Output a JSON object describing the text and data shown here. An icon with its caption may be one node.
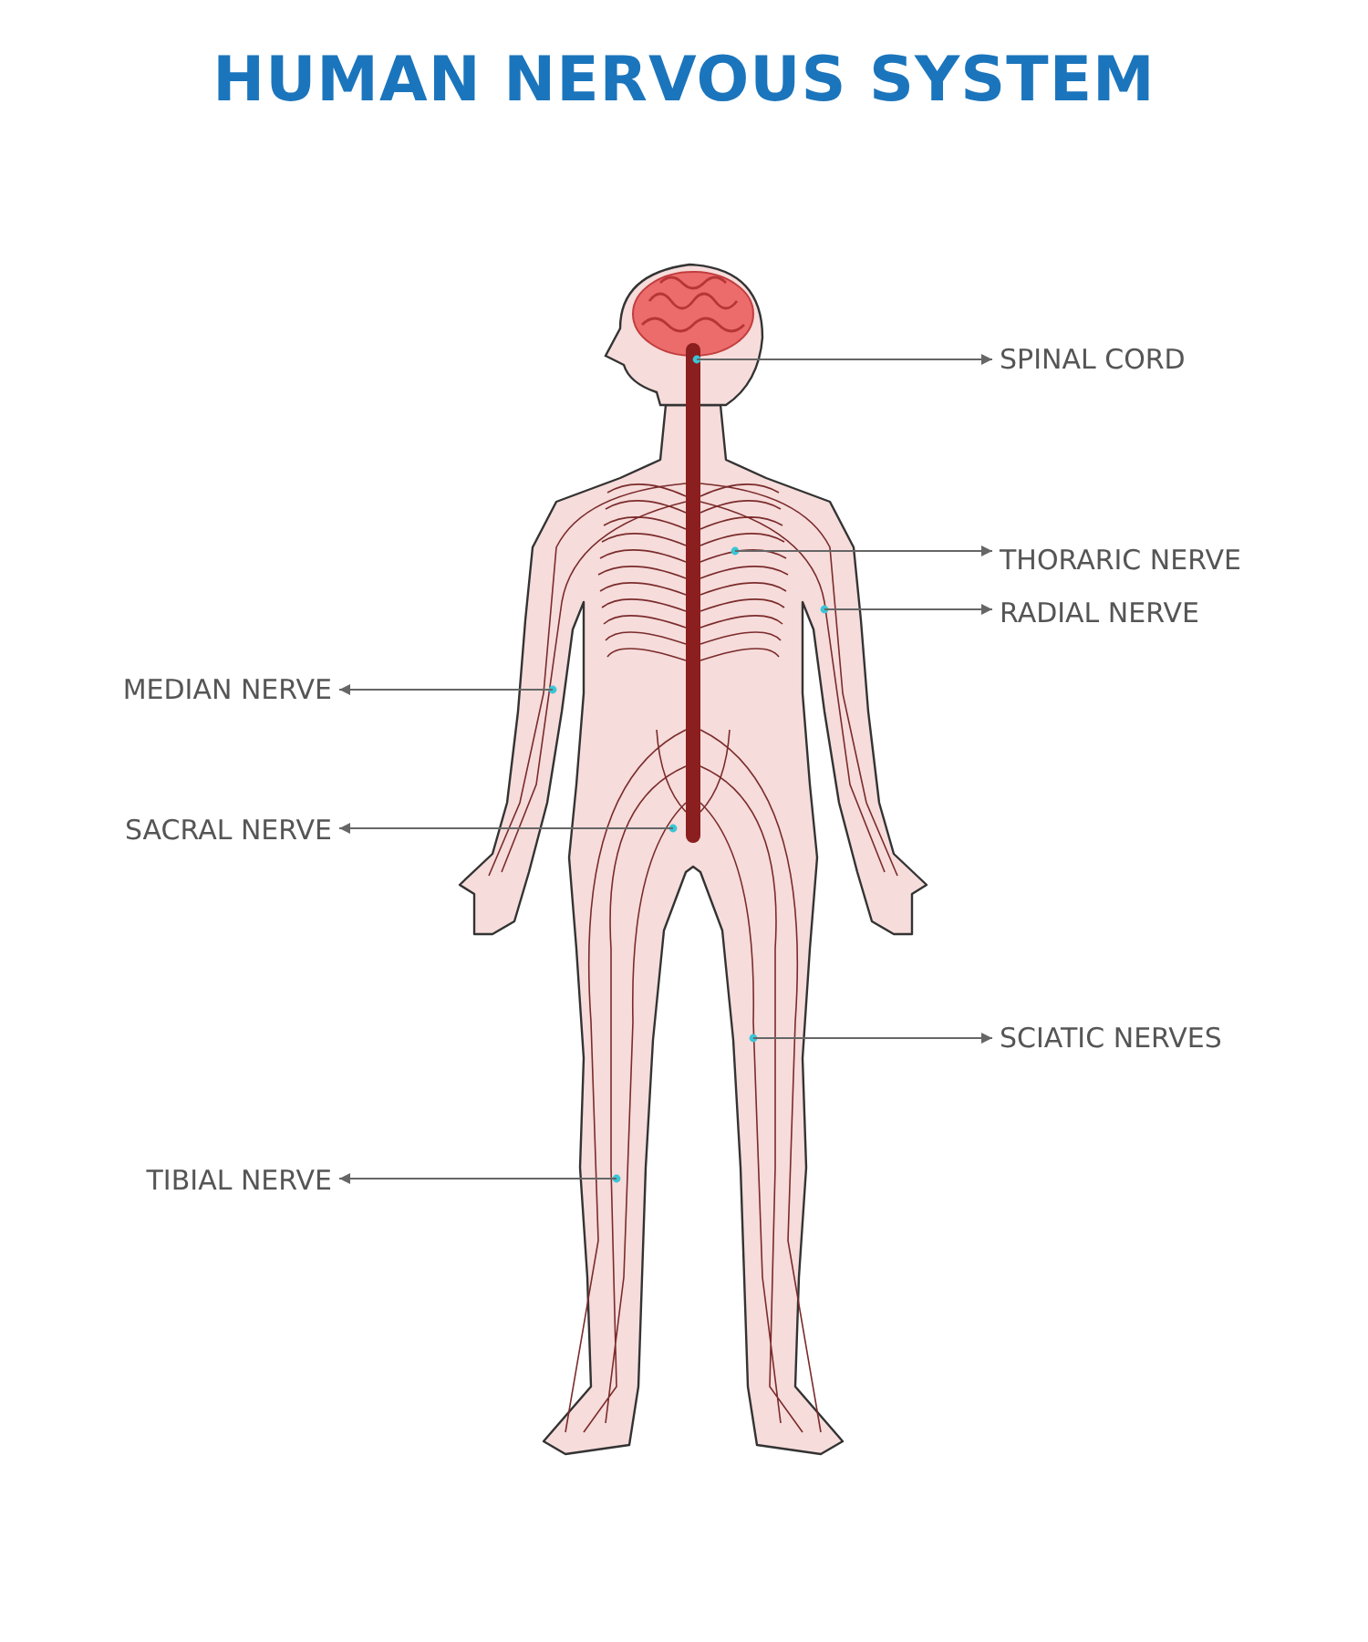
{
  "diagram": {
    "title": "HUMAN NERVOUS SYSTEM",
    "nodes": [
      {
        "text": [
          "SPINAL CORD"
        ]
      },
      {
        "text": [
          "THORARIC NERVE"
        ]
      },
      {
        "text": [
          "RADIAL NERVE"
        ]
      },
      {
        "text": [
          "MEDIAN NERVE"
        ]
      },
      {
        "text": [
          "SACRAL NERVE"
        ]
      },
      {
        "text": [
          "SCIATIC NERVES"
        ]
      },
      {
        "text": [
          "TIBIAL NERVE"
        ]
      }
    ],
    "edges": [
      {
        "from": null,
        "to": 0,
        "arrow": "to"
      },
      {
        "from": null,
        "to": 1,
        "arrow": "to"
      },
      {
        "from": null,
        "to": 2,
        "arrow": "to"
      },
      {
        "from": null,
        "to": 3,
        "arrow": "to"
      },
      {
        "from": null,
        "to": 4,
        "arrow": "to"
      },
      {
        "from": null,
        "to": 5,
        "arrow": "to"
      },
      {
        "from": null,
        "to": 6,
        "arrow": "to"
      }
    ]
  }
}
